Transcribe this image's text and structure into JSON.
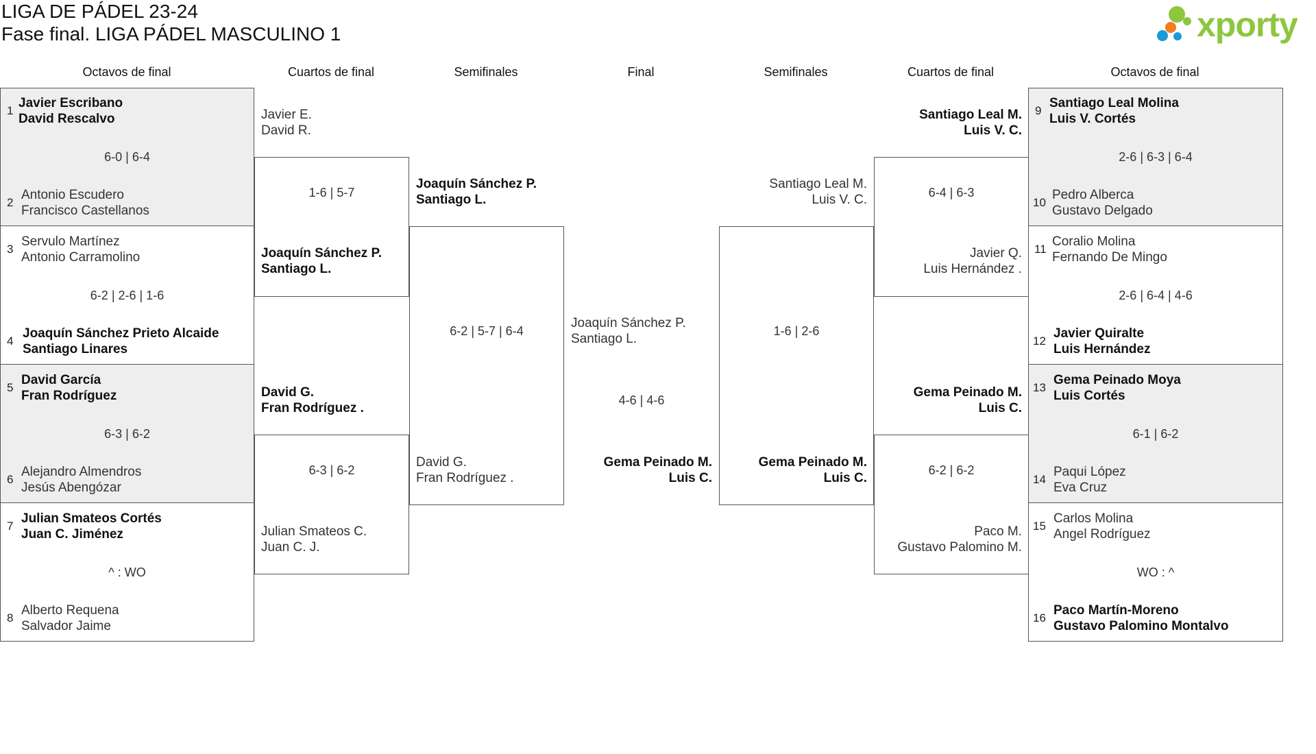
{
  "header": {
    "title": "LIGA DE PÁDEL 23-24",
    "subtitle": "Fase final. LIGA PÁDEL MASCULINO 1",
    "logo_text": "xporty"
  },
  "columns": [
    "Octavos de final",
    "Cuartos de final",
    "Semifinales",
    "Final",
    "Semifinales",
    "Cuartos de final",
    "Octavos de final"
  ],
  "left": {
    "octavos": [
      {
        "top": {
          "seed": "1",
          "p1": "Javier Escribano",
          "p2": "David Rescalvo"
        },
        "score": "6-0 | 6-4",
        "bottom": {
          "seed": "2",
          "p1": "Antonio Escudero",
          "p2": "Francisco Castellanos"
        }
      },
      {
        "top": {
          "seed": "3",
          "p1": "Servulo Martínez",
          "p2": "Antonio Carramolino"
        },
        "score": "6-2 | 2-6 | 1-6",
        "bottom": {
          "seed": "4",
          "p1": "Joaquín Sánchez Prieto Alcaide",
          "p2": "Santiago Linares"
        }
      },
      {
        "top": {
          "seed": "5",
          "p1": "David García",
          "p2": "Fran Rodríguez"
        },
        "score": "6-3 | 6-2",
        "bottom": {
          "seed": "6",
          "p1": "Alejandro Almendros",
          "p2": "Jesús Abengózar"
        }
      },
      {
        "top": {
          "seed": "7",
          "p1": "Julian Smateos Cortés",
          "p2": "Juan C. Jiménez"
        },
        "score": "^ : WO",
        "bottom": {
          "seed": "8",
          "p1": "Alberto Requena",
          "p2": "Salvador Jaime"
        }
      }
    ],
    "cuartos": [
      {
        "top": {
          "p1": "Javier E.",
          "p2": "David R."
        },
        "score": "1-6 | 5-7",
        "bottom": {
          "p1": "Joaquín Sánchez P.",
          "p2": "Santiago L."
        }
      },
      {
        "top": {
          "p1": "David G.",
          "p2": "Fran Rodríguez ."
        },
        "score": "6-3 | 6-2",
        "bottom": {
          "p1": "Julian Smateos C.",
          "p2": "Juan C. J."
        }
      }
    ],
    "semi": {
      "top": {
        "p1": "Joaquín Sánchez P.",
        "p2": "Santiago L."
      },
      "score": "6-2 | 5-7 | 6-4",
      "bottom": {
        "p1": "David G.",
        "p2": "Fran Rodríguez ."
      }
    }
  },
  "final": {
    "top": {
      "p1": "Joaquín Sánchez P.",
      "p2": "Santiago L."
    },
    "score": "4-6 | 4-6",
    "bottom": {
      "p1": "Gema Peinado M.",
      "p2": "Luis C."
    }
  },
  "right": {
    "semi": {
      "top": {
        "p1": "Santiago Leal M.",
        "p2": "Luis V. C."
      },
      "score": "1-6 | 2-6",
      "bottom": {
        "p1": "Gema Peinado M.",
        "p2": "Luis C."
      }
    },
    "cuartos": [
      {
        "top": {
          "p1": "Santiago Leal M.",
          "p2": "Luis V. C."
        },
        "score": "6-4 | 6-3",
        "bottom": {
          "p1": "Javier Q.",
          "p2": "Luis Hernández ."
        }
      },
      {
        "top": {
          "p1": "Gema Peinado M.",
          "p2": "Luis C."
        },
        "score": "6-2 | 6-2",
        "bottom": {
          "p1": "Paco M.",
          "p2": "Gustavo Palomino M."
        }
      }
    ],
    "octavos": [
      {
        "top": {
          "seed": "9",
          "p1": "Santiago Leal Molina",
          "p2": "Luis V. Cortés"
        },
        "score": "2-6 | 6-3 | 6-4",
        "bottom": {
          "seed": "10",
          "p1": "Pedro Alberca",
          "p2": "Gustavo Delgado"
        }
      },
      {
        "top": {
          "seed": "11",
          "p1": "Coralio Molina",
          "p2": "Fernando De Mingo"
        },
        "score": "2-6 | 6-4 | 4-6",
        "bottom": {
          "seed": "12",
          "p1": "Javier Quiralte",
          "p2": "Luis Hernández"
        }
      },
      {
        "top": {
          "seed": "13",
          "p1": "Gema Peinado Moya",
          "p2": "Luis Cortés"
        },
        "score": "6-1 | 6-2",
        "bottom": {
          "seed": "14",
          "p1": "Paqui López",
          "p2": "Eva Cruz"
        }
      },
      {
        "top": {
          "seed": "15",
          "p1": "Carlos Molina",
          "p2": "Angel Rodríguez"
        },
        "score": "WO : ^",
        "bottom": {
          "seed": "16",
          "p1": "Paco Martín-Moreno",
          "p2": "Gustavo Palomino Montalvo"
        }
      }
    ]
  }
}
